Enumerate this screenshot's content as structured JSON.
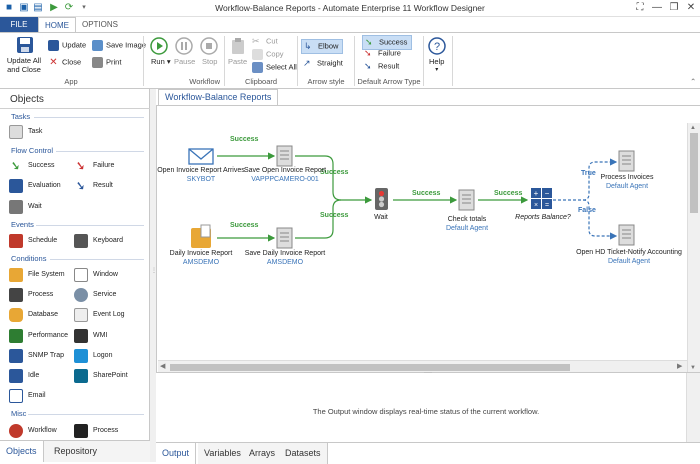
{
  "window": {
    "title": "Workflow-Balance Reports - Automate Enterprise 11 Workflow Designer"
  },
  "ribbon_tabs": {
    "file": "FILE",
    "home": "HOME",
    "options": "OPTIONS"
  },
  "ribbon": {
    "app": {
      "update_all": "Update All",
      "and_close": "and Close",
      "update": "Update",
      "close": "Close",
      "save_image": "Save Image",
      "print": "Print",
      "label": "App"
    },
    "workflow": {
      "run": "Run",
      "pause": "Pause",
      "stop": "Stop",
      "label": "Workflow"
    },
    "clipboard": {
      "paste": "Paste",
      "cut": "Cut",
      "copy": "Copy",
      "select_all": "Select All",
      "label": "Clipboard"
    },
    "arrow_style": {
      "elbow": "Elbow",
      "straight": "Straight",
      "label": "Arrow style"
    },
    "default_arrow": {
      "success": "Success",
      "failure": "Failure",
      "result": "Result",
      "label": "Default Arrow Type"
    },
    "help": {
      "label": "Help"
    }
  },
  "objects": {
    "title": "Objects",
    "sections": {
      "tasks": "Tasks",
      "flow_control": "Flow Control",
      "events": "Events",
      "conditions": "Conditions",
      "misc": "Misc"
    },
    "items": {
      "task": "Task",
      "success": "Success",
      "failure": "Failure",
      "evaluation": "Evaluation",
      "result": "Result",
      "wait": "Wait",
      "schedule": "Schedule",
      "keyboard": "Keyboard",
      "file_system": "File System",
      "window": "Window",
      "process": "Process",
      "service": "Service",
      "database": "Database",
      "event_log": "Event Log",
      "performance": "Performance",
      "wmi": "WMI",
      "snmp_trap": "SNMP Trap",
      "logon": "Logon",
      "idle": "Idle",
      "sharepoint": "SharePoint",
      "email": "Email",
      "workflow": "Workflow",
      "misc_process": "Process"
    },
    "tabs": {
      "objects": "Objects",
      "repository": "Repository"
    }
  },
  "document_tab": "Workflow-Balance Reports",
  "workflow_nodes": {
    "n1": {
      "label": "Open Invoice Report Arrives",
      "sub": "SKYBOT"
    },
    "n2": {
      "label": "Save Open Invoice Report",
      "sub": "VAPPPCAMERO-001"
    },
    "n3": {
      "label": "Daily Invoice Report",
      "sub": "AMSDEMO"
    },
    "n4": {
      "label": "Save Daily Invoice Report",
      "sub": "AMSDEMO"
    },
    "n5": {
      "label": "Wait"
    },
    "n6": {
      "label": "Check totals",
      "sub": "Default Agent"
    },
    "n7": {
      "label": "Reports Balance?"
    },
    "n8": {
      "label": "Process Invoices",
      "sub": "Default Agent"
    },
    "n9": {
      "label": "Open HD Ticket-Notify Accounting",
      "sub": "Default Agent"
    }
  },
  "arrow_labels": {
    "success": "Success",
    "true": "True",
    "false": "False"
  },
  "output": {
    "message": "The Output window displays real-time status of the current workflow."
  },
  "output_tabs": {
    "output": "Output",
    "variables": "Variables",
    "arrays": "Arrays",
    "datasets": "Datasets"
  },
  "colors": {
    "accent": "#2b579a",
    "success": "#3c9a3c",
    "condition": "#3a74b8"
  }
}
